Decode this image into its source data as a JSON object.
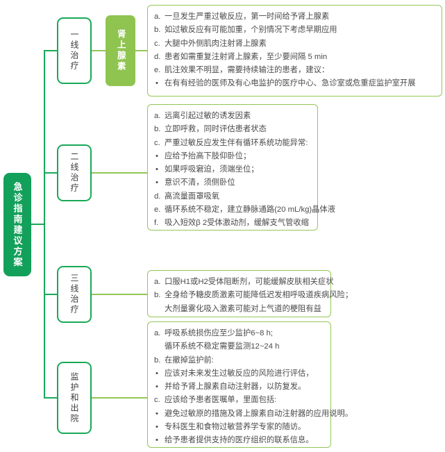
{
  "diagram": {
    "type": "mind-map",
    "colors": {
      "root_fill": "#13a05a",
      "branch_border": "#18a957",
      "sub_node_fill": "#8fc450",
      "content_border": "#93c756",
      "link_dark": "#18a957",
      "link_light": "#93c756",
      "text": "#4a4a4a"
    },
    "root": {
      "label": "急诊指南建议方案"
    },
    "branches": [
      {
        "id": "first-line",
        "label": "一线治疗",
        "sub_node": {
          "label": "肾上腺素"
        },
        "items": [
          {
            "marker": "a.",
            "text": "一旦发生严重过敏反应，第一时间给予肾上腺素"
          },
          {
            "marker": "b.",
            "text": "如过敏反应有可能加重，个别情况下考虑早期应用"
          },
          {
            "marker": "c.",
            "text": "大腿中外侧肌肉注射肾上腺素"
          },
          {
            "marker": "d.",
            "text": "患者如需重复注射肾上腺素，至少要间隔 5 min"
          },
          {
            "marker": "e.",
            "text": "肌注效果不明显，需要持续输注的患者，建议："
          },
          {
            "marker": "•",
            "text": "在有有经验的医师及有心电监护的医疗中心、急诊室或危重症监护室开展"
          }
        ]
      },
      {
        "id": "second-line",
        "label": "二线治疗",
        "sub_node": null,
        "items": [
          {
            "marker": "a.",
            "text": "远离引起过敏的诱发因素"
          },
          {
            "marker": "b.",
            "text": "立即呼救，同时评估患者状态"
          },
          {
            "marker": "c.",
            "text": "严重过敏反应发生伴有循环系统功能异常:"
          },
          {
            "marker": "•",
            "text": "应给予抬高下肢仰卧位；"
          },
          {
            "marker": "•",
            "text": "如果呼吸窘迫，须端坐位；"
          },
          {
            "marker": "•",
            "text": "意识不清，须侧卧位"
          },
          {
            "marker": "d.",
            "text": "高流量面罩吸氧"
          },
          {
            "marker": "e.",
            "text": "循环系统不稳定，建立静脉通路(20 mL/kg)晶体液"
          },
          {
            "marker": "f.",
            "text": "吸入短效β 2受体激动剂，缓解支气管收缩"
          }
        ]
      },
      {
        "id": "third-line",
        "label": "三线治疗",
        "sub_node": null,
        "items": [
          {
            "marker": "a.",
            "text": "口服H1或H2受体阻断剂，可能缓解皮肤相关症状"
          },
          {
            "marker": "b.",
            "text": "全身给予糖皮质激素可能降低迟发相呼吸道疾病风险；"
          },
          {
            "marker": "",
            "text": "大剂量雾化吸入激素可能对上气道的梗阻有益"
          }
        ]
      },
      {
        "id": "monitoring-discharge",
        "label": "监护和出院",
        "sub_node": null,
        "items": [
          {
            "marker": "a.",
            "text": "呼吸系统损伤应至少监护6~8 h;"
          },
          {
            "marker": "",
            "text": "循环系统不稳定需要监测12~24 h"
          },
          {
            "marker": "b.",
            "text": "在撤掉监护前:"
          },
          {
            "marker": "•",
            "text": "应该对未来发生过敏反应的风险进行评估，"
          },
          {
            "marker": "•",
            "text": "并给予肾上腺素自动注射器，以防复发。"
          },
          {
            "marker": "c.",
            "text": "应该给予患者医嘱单，里面包括:"
          },
          {
            "marker": "•",
            "text": "避免过敏原的措施及肾上腺素自动注射器的应用说明。"
          },
          {
            "marker": "•",
            "text": "专科医生和食物过敏营养学专家的随访。"
          },
          {
            "marker": "•",
            "text": "给予患者提供支持的医疗组织的联系信息。"
          }
        ]
      }
    ]
  }
}
